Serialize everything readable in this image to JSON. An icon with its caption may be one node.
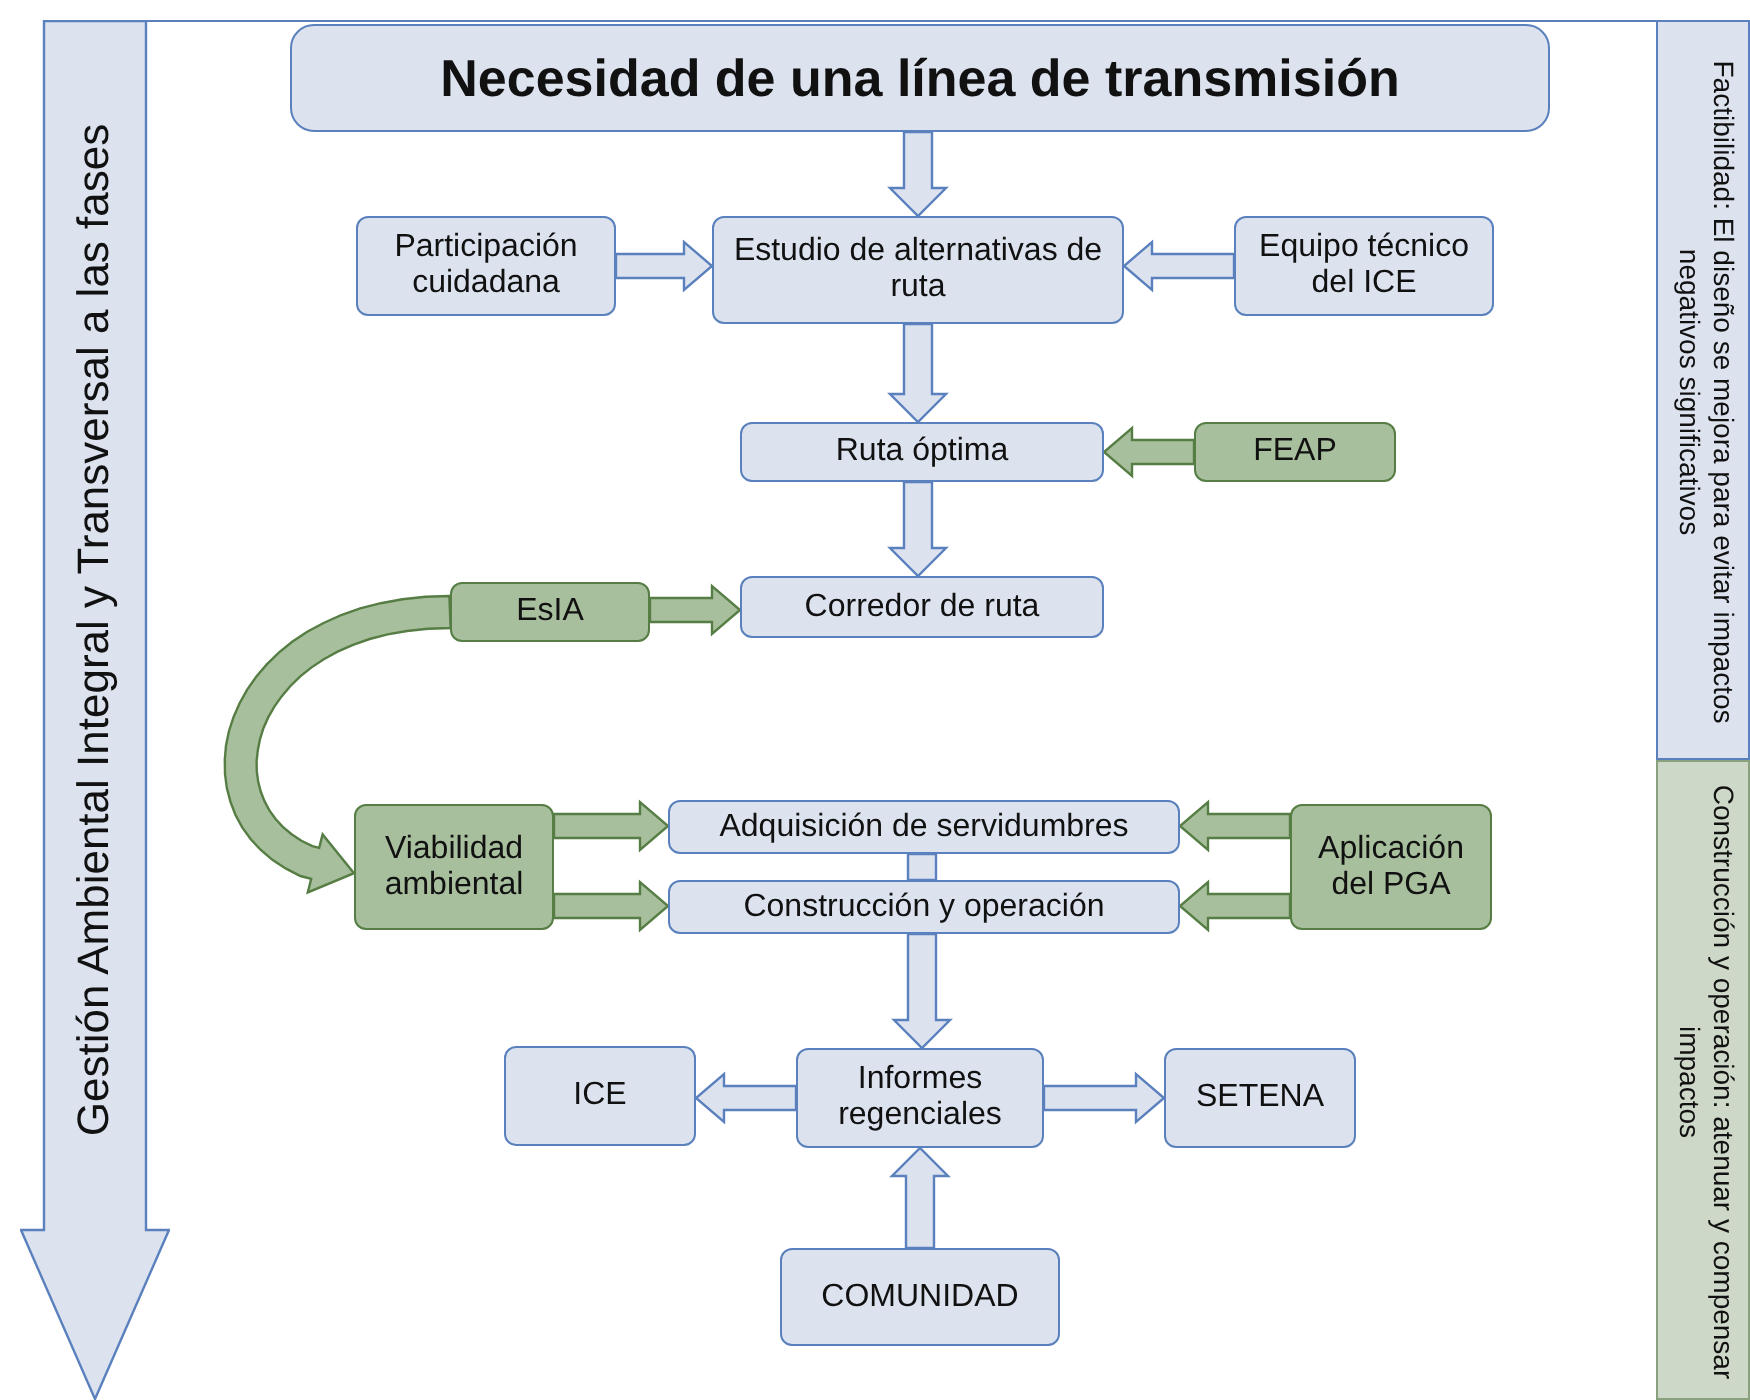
{
  "diagram": {
    "nodes": [
      {
        "text": [
          "Necesidad de una línea de transmisión"
        ]
      },
      {
        "text": [
          "Participación cuidadana"
        ]
      },
      {
        "text": [
          "Estudio de alternativas de ruta"
        ]
      },
      {
        "text": [
          "Equipo técnico del ICE"
        ]
      },
      {
        "text": [
          "Ruta óptima"
        ]
      },
      {
        "text": [
          "FEAP"
        ]
      },
      {
        "text": [
          "EsIA"
        ]
      },
      {
        "text": [
          "Corredor de ruta"
        ]
      },
      {
        "text": [
          "Viabilidad ambiental"
        ]
      },
      {
        "text": [
          "Adquisición de servidumbres"
        ]
      },
      {
        "text": [
          "Construcción y operación"
        ]
      },
      {
        "text": [
          "Aplicación del PGA"
        ]
      },
      {
        "text": [
          "ICE"
        ]
      },
      {
        "text": [
          "Informes regenciales"
        ]
      },
      {
        "text": [
          "SETENA"
        ]
      },
      {
        "text": [
          "COMUNIDAD"
        ]
      },
      {
        "text": [
          "Gestión Ambiental Integral y Transversal a las fases"
        ]
      },
      {
        "text": [
          "Factibilidad: El diseño se mejora para evitar impactos negativos significativos"
        ]
      },
      {
        "text": [
          "Construcción y operación: atenuar y compensar impactos"
        ]
      }
    ],
    "edges": [
      {
        "from": 0,
        "to": 2,
        "arrow": "to"
      },
      {
        "from": 1,
        "to": 2,
        "arrow": "to"
      },
      {
        "from": 3,
        "to": 2,
        "arrow": "to"
      },
      {
        "from": 2,
        "to": 4,
        "arrow": "to"
      },
      {
        "from": 5,
        "to": 4,
        "arrow": "to",
        "color": "#567d44"
      },
      {
        "from": 4,
        "to": 7,
        "arrow": "to"
      },
      {
        "from": 6,
        "to": 7,
        "arrow": "to",
        "color": "#567d44"
      },
      {
        "from": 6,
        "to": 8,
        "arrow": "to",
        "color": "#567d44"
      },
      {
        "from": 8,
        "to": 9,
        "arrow": "to",
        "color": "#567d44"
      },
      {
        "from": 8,
        "to": 10,
        "arrow": "to",
        "color": "#567d44"
      },
      {
        "from": 11,
        "to": 9,
        "arrow": "to",
        "color": "#567d44"
      },
      {
        "from": 11,
        "to": 10,
        "arrow": "to",
        "color": "#567d44"
      },
      {
        "from": 9,
        "to": 10,
        "arrow": "none"
      },
      {
        "from": 10,
        "to": 13,
        "arrow": "to"
      },
      {
        "from": 13,
        "to": 12,
        "arrow": "to"
      },
      {
        "from": 13,
        "to": 14,
        "arrow": "to"
      },
      {
        "from": 15,
        "to": 13,
        "arrow": "to"
      }
    ]
  }
}
